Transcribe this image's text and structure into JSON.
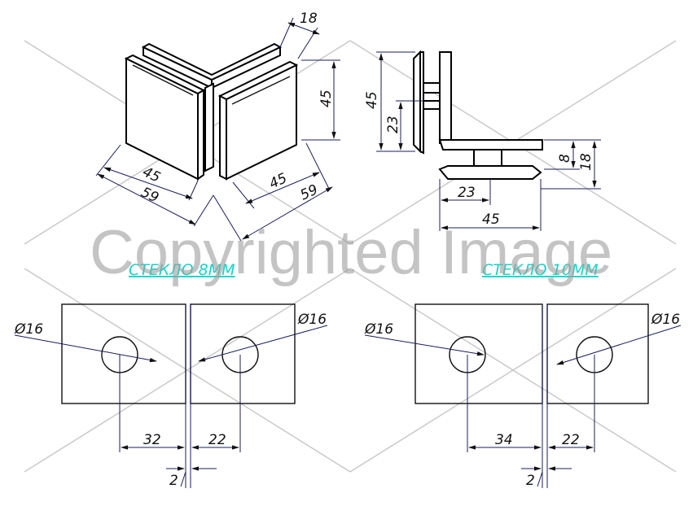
{
  "watermark": "Copyrighted Image",
  "iso_dims": {
    "depth": "18",
    "height": "45",
    "left_inner": "45",
    "left_outer": "59",
    "right_inner": "45",
    "right_outer": "59"
  },
  "side_dims": {
    "height": "45",
    "mid": "23",
    "base": "8",
    "base_total": "18",
    "bottom_half": "23",
    "bottom_total": "45"
  },
  "glass8": {
    "title": "СТЕКЛО 8ММ",
    "hole_left": "Ø16",
    "hole_right": "Ø16",
    "left_offset": "32",
    "right_offset": "22",
    "gap": "2"
  },
  "glass10": {
    "title": "СТЕКЛО 10ММ",
    "hole_left": "Ø16",
    "hole_right": "Ø16",
    "left_offset": "34",
    "right_offset": "22",
    "gap": "2"
  },
  "colors": {
    "title": "#19d3c5",
    "lines": "#111111",
    "watermark": "#9e9e9e"
  }
}
